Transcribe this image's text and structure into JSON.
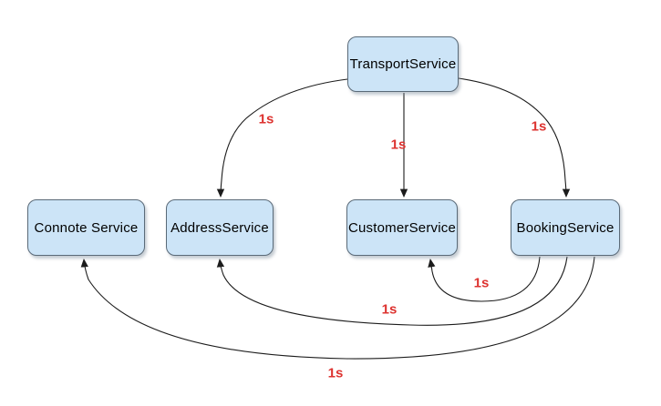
{
  "diagram": {
    "colors": {
      "background": "#ffffff",
      "node-fill": "#cce4f7",
      "node-border": "#5a6a78",
      "edge": "#1c1c1c",
      "label": "#dd3330",
      "shadow": "rgba(125,140,155,0.45)"
    },
    "nodes": [
      {
        "id": "transport",
        "label": "TransportService"
      },
      {
        "id": "connote",
        "label": "Connote Service"
      },
      {
        "id": "address",
        "label": "AddressService"
      },
      {
        "id": "customer",
        "label": "CustomerService"
      },
      {
        "id": "booking",
        "label": "BookingService"
      }
    ],
    "edges": [
      {
        "from": "TransportService",
        "to": "AddressService",
        "label": "1s"
      },
      {
        "from": "TransportService",
        "to": "CustomerService",
        "label": "1s"
      },
      {
        "from": "TransportService",
        "to": "BookingService",
        "label": "1s"
      },
      {
        "from": "BookingService",
        "to": "CustomerService",
        "label": "1s"
      },
      {
        "from": "BookingService",
        "to": "AddressService",
        "label": "1s"
      },
      {
        "from": "BookingService",
        "to": "Connote Service",
        "label": "1s"
      }
    ]
  }
}
